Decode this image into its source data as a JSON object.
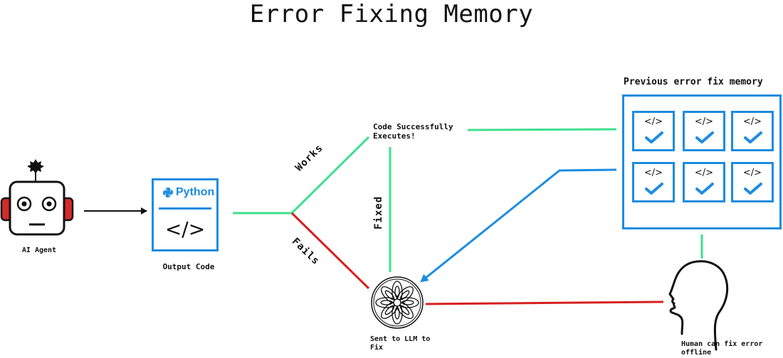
{
  "title": "Error Fixing Memory",
  "labels": {
    "agent": "AI Agent",
    "output_code": "Output Code",
    "python": "Python",
    "code_glyph": "</>",
    "success": "Code Successfully\nExecutes!",
    "sent_to_llm": "Sent to LLM to\nFix",
    "memory": "Previous error fix memory",
    "human": "Human can fix error\noffline",
    "works": "Works",
    "fails": "Fails",
    "fixed": "Fixed"
  },
  "memory_cells": [
    {
      "code": "</>",
      "checked": true
    },
    {
      "code": "</>",
      "checked": true
    },
    {
      "code": "</>",
      "checked": true
    },
    {
      "code": "</>",
      "checked": true
    },
    {
      "code": "</>",
      "checked": true
    },
    {
      "code": "</>",
      "checked": true
    }
  ],
  "colors": {
    "green": "#3ee08f",
    "red": "#d61f1f",
    "blue": "#1d8ce0",
    "robot_ear": "#d42a2a",
    "black": "#111111"
  },
  "icons": {
    "agent": "robot-icon",
    "python": "python-logo-icon",
    "llm": "llm-rosette-icon",
    "human": "human-head-icon",
    "check": "checkmark-icon"
  }
}
